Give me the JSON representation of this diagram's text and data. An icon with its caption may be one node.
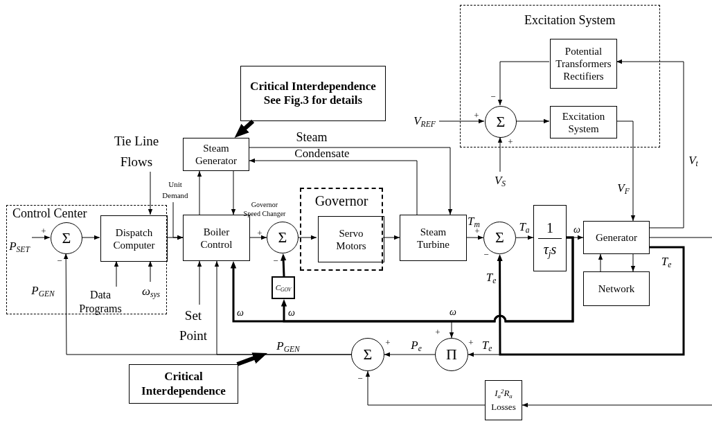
{
  "diagram": {
    "nodes": [
      {
        "text": [
          "Critical Interdependence See Fig.3 for details"
        ]
      },
      {
        "text": [
          "Excitation System"
        ]
      },
      {
        "text": [
          "Potential Transformers Rectifiers"
        ],
        "in": 1
      },
      {
        "text": [
          "V$_{REF}$"
        ]
      },
      {
        "text": [
          "Σ"
        ],
        "in": 1
      },
      {
        "text": [
          "Excitation System"
        ],
        "in": 1
      },
      {
        "text": [
          "V$_{S}$"
        ]
      },
      {
        "text": [
          "Tie Line Flows"
        ]
      },
      {
        "text": [
          "Steam Generator"
        ]
      },
      {
        "text": [
          "Unit Demand"
        ]
      },
      {
        "text": [
          "Control Center"
        ]
      },
      {
        "text": [
          "P$_{SET}$"
        ],
        "in": 10
      },
      {
        "text": [
          "Σ"
        ],
        "in": 10
      },
      {
        "text": [
          "Dispatch Computer"
        ],
        "in": 10
      },
      {
        "text": [
          "Data Programs"
        ],
        "in": 10
      },
      {
        "text": [
          "ω$_{sys}$"
        ],
        "in": 10
      },
      {
        "text": [
          "Boiler Control"
        ]
      },
      {
        "text": [
          "Σ"
        ]
      },
      {
        "text": [
          "Governor"
        ]
      },
      {
        "text": [
          "Servo Motors"
        ],
        "in": 18
      },
      {
        "text": [
          "Steam Turbine"
        ]
      },
      {
        "text": [
          "Σ"
        ]
      },
      {
        "text": [
          "1",
          "τ$_{j}$s"
        ]
      },
      {
        "text": [
          "Generator"
        ]
      },
      {
        "text": [
          "Network"
        ]
      },
      {
        "text": [
          "Set Point"
        ]
      },
      {
        "text": [
          "C$_{GOV}$"
        ]
      },
      {
        "text": [
          "Π"
        ]
      },
      {
        "text": [
          "Σ"
        ]
      },
      {
        "text": [
          "Critical Interdependence"
        ]
      },
      {
        "text": [
          "I$_{a}$$^{2}$R$_{a}$",
          "Losses"
        ]
      }
    ],
    "edges": [
      {
        "from": 0,
        "to": 8,
        "arrow": "to",
        "style": "thick"
      },
      {
        "from": 2,
        "to": 4,
        "arrow": "to"
      },
      {
        "from": 3,
        "to": 4,
        "arrow": "to"
      },
      {
        "from": 6,
        "to": 4,
        "arrow": "to"
      },
      {
        "from": 4,
        "to": 5,
        "arrow": "to"
      },
      {
        "from": 5,
        "to": 23,
        "arrow": "to",
        "label": "V$_{F}$"
      },
      {
        "from": 23,
        "to": 2,
        "arrow": "to",
        "label": "V$_{t}$"
      },
      {
        "from": 7,
        "to": 13,
        "arrow": "to"
      },
      {
        "from": 9,
        "to": 16,
        "arrow": "to"
      },
      {
        "from": 11,
        "to": 12,
        "arrow": "to"
      },
      {
        "from": 12,
        "to": 13,
        "arrow": "to"
      },
      {
        "from": 13,
        "to": 16,
        "arrow": "to"
      },
      {
        "from": 14,
        "to": 13,
        "arrow": "to"
      },
      {
        "from": 15,
        "to": 13,
        "arrow": "to"
      },
      {
        "from": 16,
        "to": 8,
        "arrow": "to"
      },
      {
        "from": 8,
        "to": 16,
        "arrow": "to"
      },
      {
        "from": 8,
        "to": 20,
        "arrow": "to",
        "label": "Steam"
      },
      {
        "from": 20,
        "to": 8,
        "arrow": "to",
        "label": "Condensate"
      },
      {
        "from": 16,
        "to": 17,
        "arrow": "to"
      },
      {
        "from": 17,
        "to": 19,
        "arrow": "to"
      },
      {
        "from": 19,
        "to": 20,
        "arrow": "to"
      },
      {
        "from": 20,
        "to": 21,
        "arrow": "to",
        "label": "T$_{m}$"
      },
      {
        "from": 21,
        "to": 22,
        "arrow": "to",
        "label": "T$_{a}$"
      },
      {
        "from": 22,
        "to": 23,
        "arrow": "to",
        "label": "ω"
      },
      {
        "from": 23,
        "to": 24,
        "arrow": "to"
      },
      {
        "from": 24,
        "to": 23,
        "arrow": "to"
      },
      {
        "from": 23,
        "to": null,
        "arrow": "none"
      },
      {
        "from": 23,
        "to": 27,
        "arrow": "to",
        "label": "T$_{e}$"
      },
      {
        "from": 23,
        "to": 21,
        "arrow": "to",
        "label": "T$_{e}$",
        "style": "thick"
      },
      {
        "from": 25,
        "to": 16,
        "arrow": "to"
      },
      {
        "from": 22,
        "to": 16,
        "arrow": "to",
        "label": "ω",
        "style": "thick"
      },
      {
        "from": 22,
        "to": 26,
        "arrow": "to",
        "label": "ω",
        "style": "thick"
      },
      {
        "from": 26,
        "to": 17,
        "arrow": "to",
        "style": "thick"
      },
      {
        "from": 22,
        "to": 27,
        "arrow": "to",
        "label": "ω"
      },
      {
        "from": 27,
        "to": 28,
        "arrow": "to",
        "label": "P$_{e}$"
      },
      {
        "from": 28,
        "to": 12,
        "arrow": "to",
        "label": "P$_{GEN}$"
      },
      {
        "from": 28,
        "to": 16,
        "arrow": "to",
        "label": "P$_{GEN}$"
      },
      {
        "from": null,
        "to": 30,
        "arrow": "to"
      },
      {
        "from": 30,
        "to": 28,
        "arrow": "to"
      },
      {
        "from": 29,
        "to": null,
        "arrow": "to",
        "style": "thick"
      }
    ],
    "labels": [
      "−",
      "+",
      "+",
      "Governor Speed Changer",
      "+",
      "+",
      "+",
      "−",
      "−",
      "−",
      "T$_{e}$",
      "+",
      "+",
      "+",
      "−"
    ]
  }
}
